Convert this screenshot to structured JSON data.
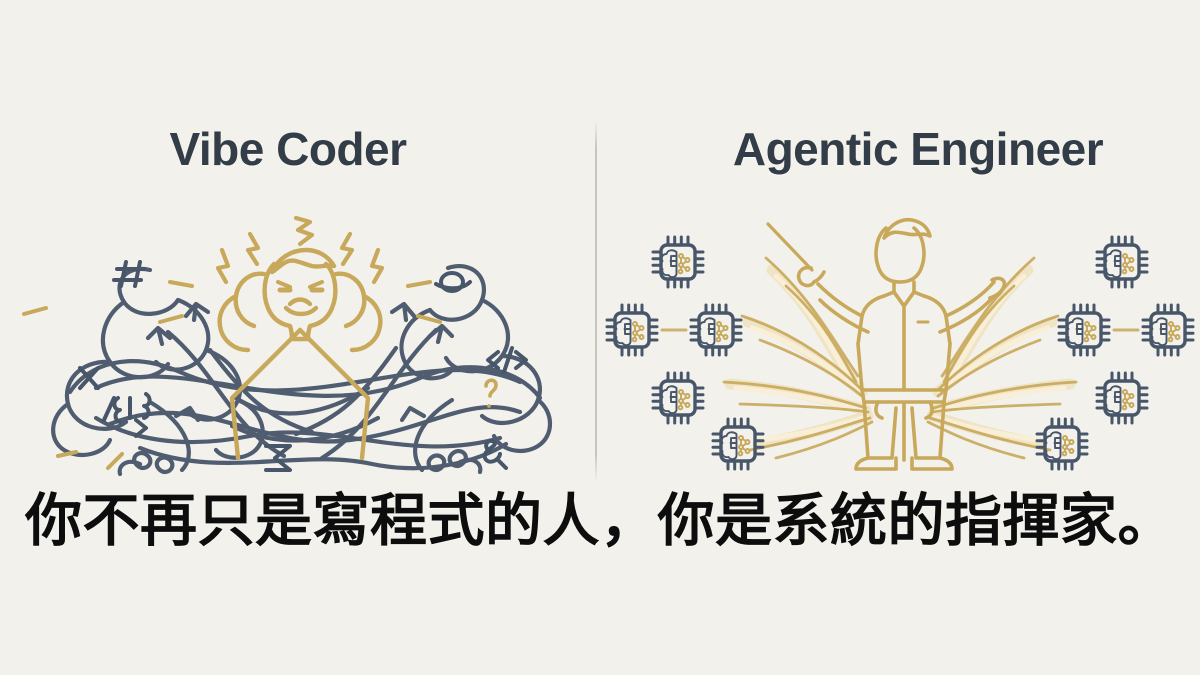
{
  "slide": {
    "background_color": "#f2f1ec",
    "title_color": "#333d47",
    "accent_gold": "#c8a85a",
    "accent_slate": "#48566a",
    "caption_color": "#0d0d0d"
  },
  "compare": {
    "left": {
      "title": "Vibe Coder",
      "illustration_name": "frustrated-coder-tangled-code",
      "symbols": [
        "#",
        "X",
        "Σ",
        "?",
        "&",
        "/",
        "<",
        ">",
        "⌀"
      ]
    },
    "right": {
      "title": "Agentic Engineer",
      "illustration_name": "conductor-orchestrating-ai-agents",
      "agent_chip_count": 10
    }
  },
  "caption": {
    "text": "你不再只是寫程式的人，你是系統的指揮家。"
  }
}
